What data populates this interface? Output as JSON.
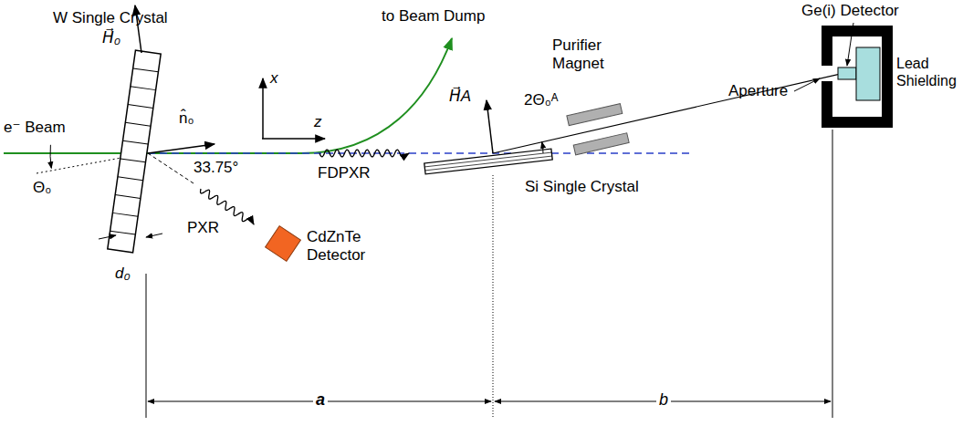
{
  "diagram": {
    "labels": [
      "Ge(i) Detector",
      "W Single Crystal",
      "to Beam Dump",
      "x",
      "z",
      "H⃗₀",
      "Purifier Magnet",
      "H⃗A",
      "2Θ₀ᴬ",
      "n̂₀",
      "e⁻ Beam",
      "Lead Shielding",
      "Aperture",
      "Θ₀",
      "33.75°",
      "FDPXR",
      "Si Single Crystal",
      "PXR",
      "CdZnTe Detector",
      "d₀",
      "a",
      "b"
    ]
  }
}
